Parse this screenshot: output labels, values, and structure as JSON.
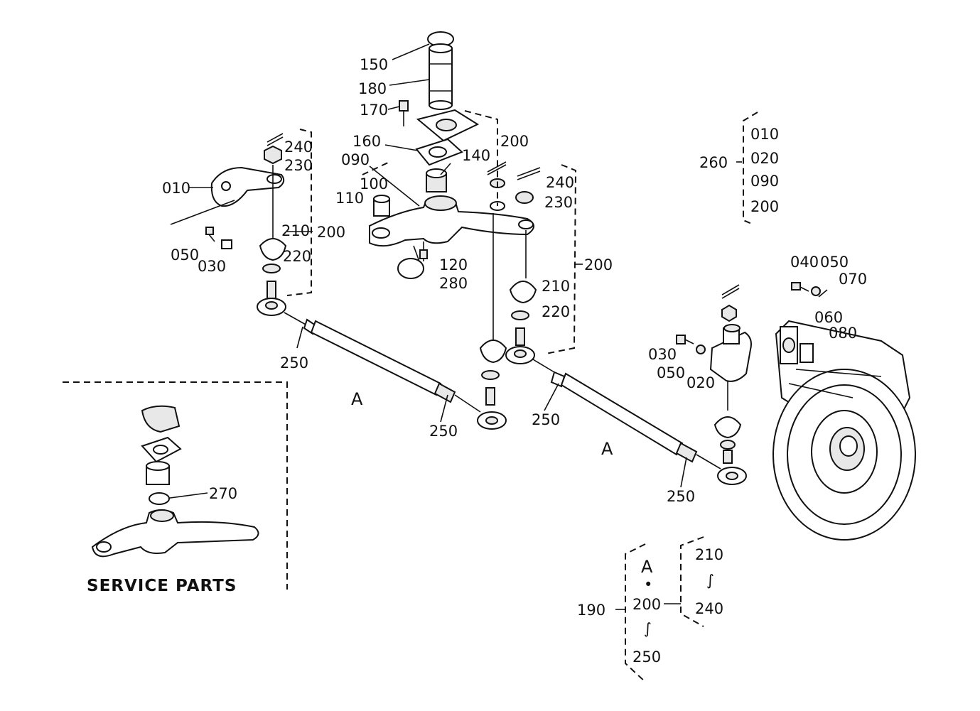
{
  "callouts": {
    "c150": "150",
    "c180": "180",
    "c170": "170",
    "c160": "160",
    "c200_top": "200",
    "c140": "140",
    "c090": "090",
    "c100": "100",
    "c110": "110",
    "c240_left": "240",
    "c230_left": "230",
    "c010": "010",
    "c210_left": "210",
    "c200_left": "200",
    "c220_left": "220",
    "c050_left": "050",
    "c030_left": "030",
    "c120": "120",
    "c280": "280",
    "c240_right": "240",
    "c230_right": "230",
    "c200_right": "200",
    "c210_right": "210",
    "c220_right": "220",
    "c250_a": "250",
    "c250_b": "250",
    "c250_c": "250",
    "c250_d": "250",
    "rodA_left": "A",
    "rodA_right": "A",
    "c040": "040",
    "c050_right": "050",
    "c070": "070",
    "c060": "060",
    "c080": "080",
    "c030_right": "030",
    "c050_mid": "050",
    "c020": "020",
    "c270": "270"
  },
  "group260": {
    "label": "260",
    "items": [
      "010",
      "020",
      "090",
      "200"
    ]
  },
  "group190": {
    "label": "190",
    "a": "A",
    "dot": "•",
    "c200": "200",
    "tilde1": "∫",
    "c250": "250",
    "c210": "210",
    "tilde2": "∫",
    "c240": "240"
  },
  "service_parts": {
    "title": "SERVICE PARTS"
  }
}
